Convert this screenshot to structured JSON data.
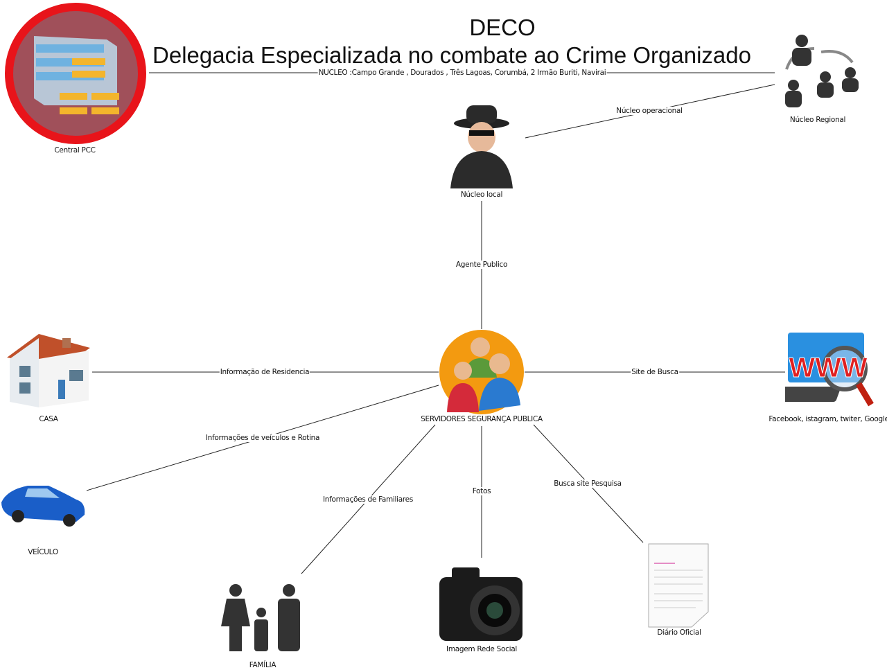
{
  "header": {
    "title": "DECO",
    "subtitle": "Delegacia Especializada no combate ao Crime Organizado"
  },
  "nodes": {
    "central": "Central PCC",
    "regional": "Núcleo Regional",
    "local": "Núcleo local",
    "servidores": "SERVIDORES SEGURANÇA PUBLICA",
    "casa": "CASA",
    "veiculo": "VEÍCULO",
    "familia": "FAMÍLIA",
    "camera": "Imagem Rede Social",
    "diario": "Diário Oficial",
    "web": "Facebook, istagram, twiter, Google",
    "web_icon_text": "WWW"
  },
  "edges": {
    "nucleo": "NUCLEO :Campo Grande , Dourados , Três Lagoas, Corumbá, 2 Irmão Buriti, Navirai",
    "operacional": "Núcleo operacional",
    "agente": "Agente Publico",
    "residencia": "Informação de Residencia",
    "veiculos": "Informações de veículos e Rotina",
    "familiares": "Informações de Familiares",
    "fotos": "Fotos",
    "busca_pesquisa": "Busca site Pesquisa",
    "site_busca": "Site de Busca"
  },
  "colors": {
    "ring": "#e8141a",
    "line": "#222222"
  }
}
